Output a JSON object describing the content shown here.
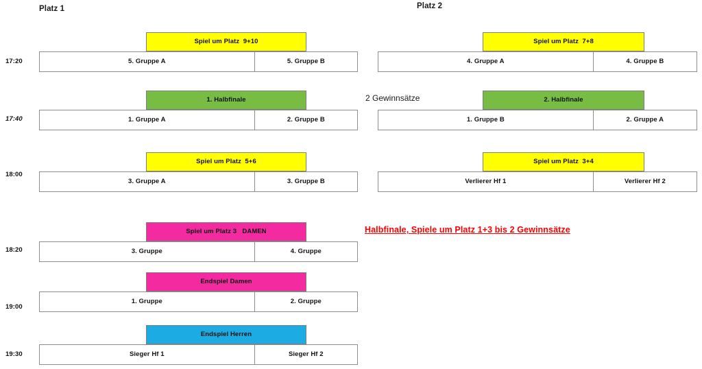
{
  "headings": {
    "platz1": "Platz 1",
    "platz2": "Platz 2"
  },
  "colors": {
    "yellow": "#ffff00",
    "green": "#77bc43",
    "pink": "#f32aa0",
    "blue": "#1cabe2",
    "red_note": "#ff0000",
    "border": "#8c8c8c",
    "white": "#ffffff"
  },
  "times": [
    {
      "label": "17:20",
      "italic": false
    },
    {
      "label": "17:40",
      "italic": true
    },
    {
      "label": "18:00",
      "italic": false
    },
    {
      "label": "18:20",
      "italic": false
    },
    {
      "label": "19:00",
      "italic": false
    },
    {
      "label": "19:30",
      "italic": false
    }
  ],
  "notes": {
    "gewinnsaetze": "2 Gewinnsätze",
    "halbfinale": "Halbfinale, Spiele um Platz 1+3 bis 2 Gewinnsätze"
  },
  "platz1_matches": [
    {
      "title": "Spiel um Platz  9+10",
      "color": "yellow",
      "time": "17:20",
      "home": "5. Gruppe A",
      "away": "5. Gruppe B"
    },
    {
      "title": "1. Halbfinale",
      "color": "green",
      "time": "17:40",
      "home": "1. Gruppe A",
      "away": "2. Gruppe B"
    },
    {
      "title": "Spiel um Platz  5+6",
      "color": "yellow",
      "time": "18:00",
      "home": "3. Gruppe A",
      "away": "3. Gruppe B"
    },
    {
      "title": "Spiel um Platz 3   DAMEN",
      "color": "pink",
      "time": "18:20",
      "home": "3. Gruppe",
      "away": "4. Gruppe"
    },
    {
      "title": "Endspiel Damen",
      "color": "pink",
      "time": "19:00",
      "home": "1. Gruppe",
      "away": "2. Gruppe"
    },
    {
      "title": "Endspiel Herren",
      "color": "blue",
      "time": "19:30",
      "home": "Sieger Hf 1",
      "away": "Sieger Hf 2"
    }
  ],
  "platz2_matches": [
    {
      "title": "Spiel um Platz  7+8",
      "color": "yellow",
      "time": "17:20",
      "home": "4. Gruppe A",
      "away": "4. Gruppe B"
    },
    {
      "title": "2. Halbfinale",
      "color": "green",
      "time": "17:40",
      "home": "1. Gruppe B",
      "away": "2. Gruppe A"
    },
    {
      "title": "Spiel um Platz  3+4",
      "color": "yellow",
      "time": "18:00",
      "home": "Verlierer Hf 1",
      "away": "Verlierer Hf 2"
    }
  ]
}
